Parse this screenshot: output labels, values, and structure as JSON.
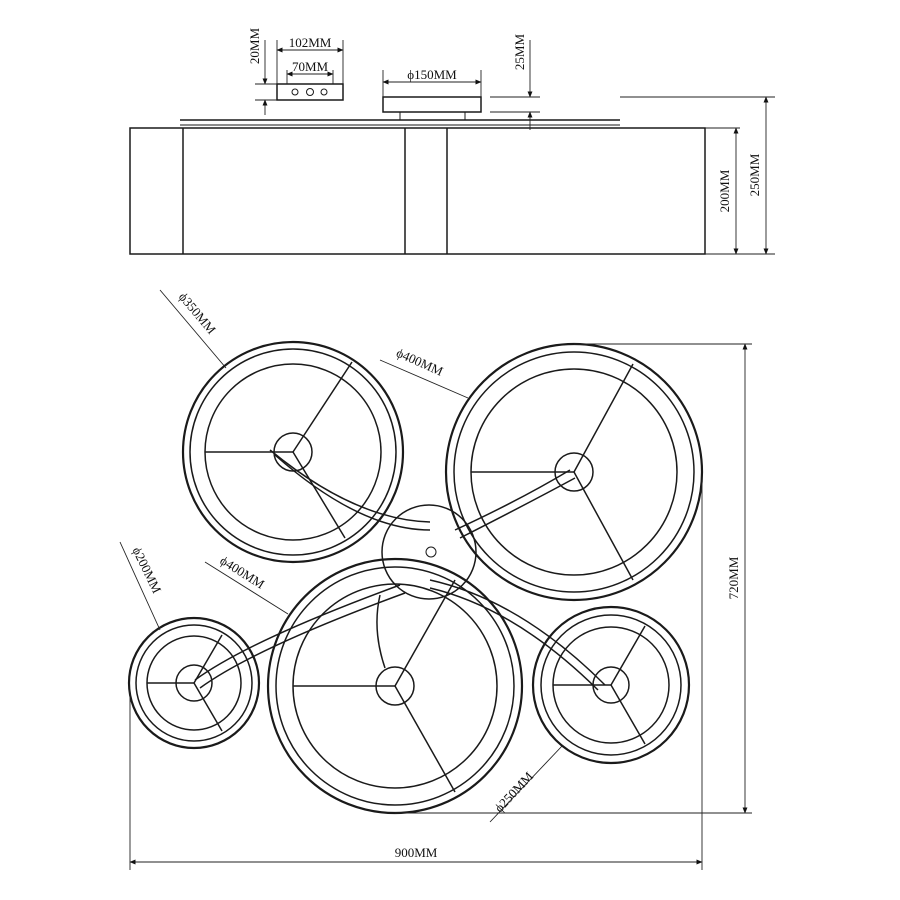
{
  "side_view": {
    "dims": {
      "mount_width": "102MM",
      "mount_inner": "70MM",
      "mount_height": "20MM",
      "canopy_dia": "ϕ150MM",
      "canopy_height": "25MM",
      "shade_height": "200MM",
      "total_height": "250MM"
    }
  },
  "top_view": {
    "shades": {
      "upper_left": "ϕ350MM",
      "upper_right": "ϕ400MM",
      "left_small": "ϕ200MM",
      "center_large": "ϕ400MM",
      "right_medium": "ϕ250MM"
    },
    "overall_width": "900MM",
    "overall_depth": "720MM"
  }
}
